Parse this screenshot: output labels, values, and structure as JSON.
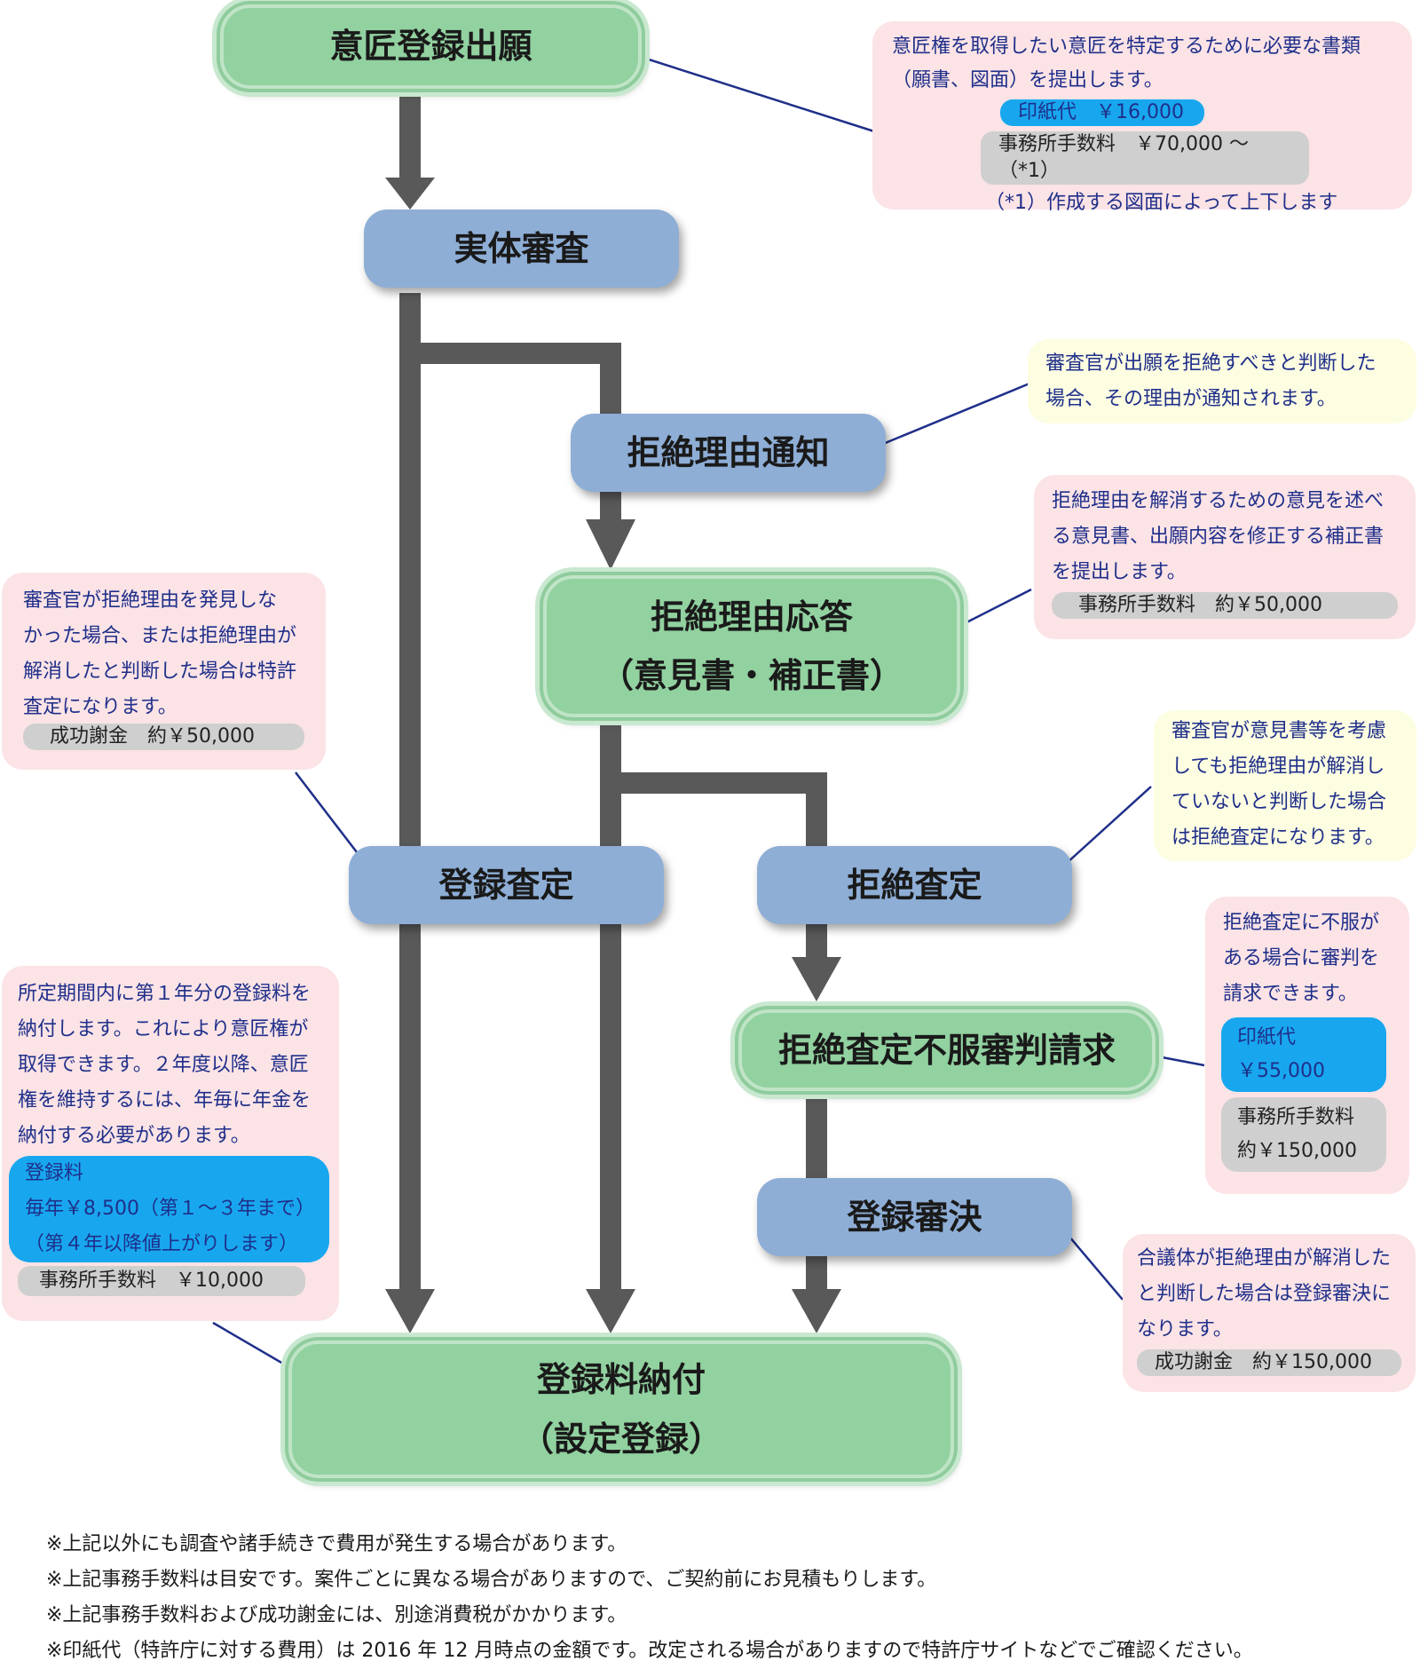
{
  "nodes": {
    "application": "意匠登録出願",
    "substantive_exam": "実体審査",
    "rejection_notice": "拒絶理由通知",
    "response_title": "拒絶理由応答",
    "response_sub": "（意見書・補正書）",
    "registration_decision": "登録査定",
    "final_rejection": "拒絶査定",
    "appeal": "拒絶査定不服審判請求",
    "trial_registration": "登録審決",
    "payment_title": "登録料納付",
    "payment_sub": "（設定登録）"
  },
  "notes": {
    "application": {
      "lines": [
        "意匠権を取得したい意匠を特定するために必要な書類",
        "（願書、図面）を提出します。"
      ],
      "stamp": "印紙代　￥16,000",
      "fee": "事務所手数料　￥70,000 〜（*1）",
      "footnote": "（*1）作成する図面によって上下します"
    },
    "rejection_notice": {
      "lines": [
        "審査官が出願を拒絶すべきと判断した",
        "場合、その理由が通知されます。"
      ]
    },
    "response": {
      "lines": [
        "拒絶理由を解消するための意見を述べ",
        "る意見書、出願内容を修正する補正書",
        "を提出します。"
      ],
      "fee": "事務所手数料　約￥50,000"
    },
    "registration_decision": {
      "lines": [
        "審査官が拒絶理由を発見しな",
        "かった場合、または拒絶理由が",
        "解消したと判断した場合は特許",
        "査定になります。"
      ],
      "fee": "成功謝金　約￥50,000"
    },
    "final_rejection": {
      "lines": [
        "審査官が意見書等を考慮",
        "しても拒絶理由が解消し",
        "ていないと判断した場合",
        "は拒絶査定になります。"
      ]
    },
    "appeal": {
      "lines": [
        "拒絶査定に不服が",
        "ある場合に審判を",
        "請求できます。"
      ],
      "stamp_label": "印紙代",
      "stamp_value": "￥55,000",
      "fee_label": "事務所手数料",
      "fee_value": "約￥150,000"
    },
    "payment": {
      "lines": [
        "所定期間内に第１年分の登録料を",
        "納付します。これにより意匠権が",
        "取得できます。２年度以降、意匠",
        "権を維持するには、年毎に年金を",
        "納付する必要があります。"
      ],
      "reg_label": "登録料",
      "reg_line1": "毎年￥8,500（第１〜３年まで）",
      "reg_line2": "（第４年以降値上がりします）",
      "fee": "事務所手数料　￥10,000"
    },
    "trial_registration": {
      "lines": [
        "合議体が拒絶理由が解消した",
        "と判断した場合は登録審決に",
        "なります。"
      ],
      "fee": "成功謝金　約￥150,000"
    }
  },
  "footnotes": [
    "※上記以外にも調査や諸手続きで費用が発生する場合があります。",
    "※上記事務手数料は目安です。案件ごとに異なる場合がありますので、ご契約前にお見積もりします。",
    "※上記事務手数料および成功謝金には、別途消費税がかかります。",
    "※印紙代（特許庁に対する費用）は 2016 年 12 月時点の金額です。改定される場合がありますので特許庁サイトなどでご確認ください。"
  ],
  "colors": {
    "node_green": "#92d1a0",
    "node_blue": "#8eaed6",
    "note_pink": "#fbe3e6",
    "note_cream": "#fdfde2",
    "stamp_cyan": "#18a7ef",
    "fee_gray": "#cfcfcf",
    "arrow": "#595959",
    "note_text": "#1f2f8a"
  }
}
